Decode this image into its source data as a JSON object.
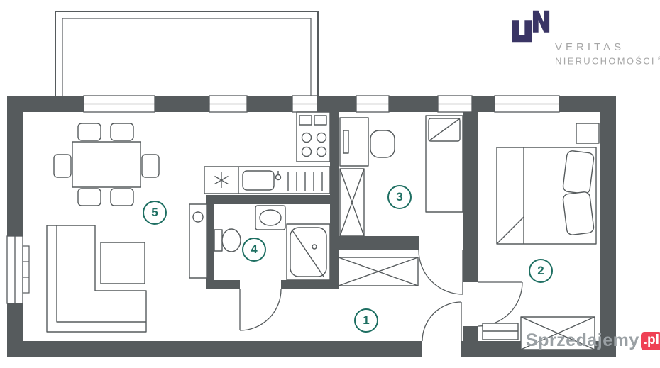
{
  "branding": {
    "line1": "VERITAS",
    "line2": "NIERUCHOMOŚCI",
    "registered": "®",
    "logo_color": "#3a3565",
    "text_color": "#a6a6a6"
  },
  "watermark": {
    "name": "Sprzedajemy",
    "tld": ".pl",
    "name_color": "#9aa0a4",
    "tld_bg": "#ef4155",
    "tld_color": "#ffffff"
  },
  "floorplan": {
    "wall_color": "#565b5d",
    "accent_color": "#1e6f62",
    "rooms": [
      {
        "number": "1"
      },
      {
        "number": "2"
      },
      {
        "number": "3"
      },
      {
        "number": "4"
      },
      {
        "number": "5"
      }
    ]
  }
}
